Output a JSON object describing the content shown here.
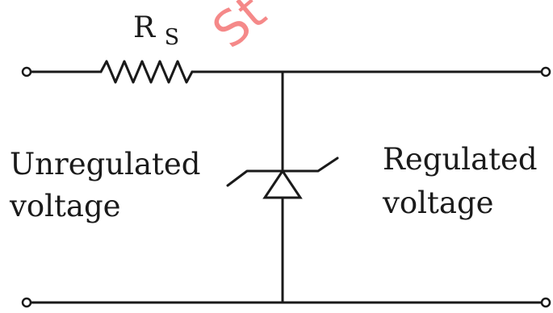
{
  "resistor": {
    "label_main": "R",
    "label_sub": "S"
  },
  "input_label": {
    "line1": "Unregulated",
    "line2": "voltage"
  },
  "output_label": {
    "line1": "Regulated",
    "line2": "voltage"
  },
  "watermark": {
    "text": "St"
  },
  "colors": {
    "line": "#1a1a1a",
    "watermark": "#ee2a2a",
    "background": "#ffffff"
  }
}
